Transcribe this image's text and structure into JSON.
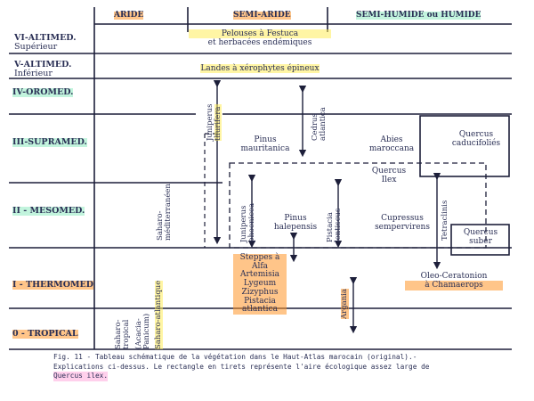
{
  "columns": {
    "arid": "ARIDE",
    "semi_arid": "SEMI-ARIDE",
    "semi_humid": "SEMI-HUMIDE ou HUMIDE"
  },
  "levels": {
    "alt_sup_line1": "VI-ALTIMED.",
    "alt_sup_line2": "Supérieur",
    "alt_inf_line1": "V-ALTIMED.",
    "alt_inf_line2": "Inférieur",
    "oromed": "IV-OROMED.",
    "supramed": "III-SUPRAMED.",
    "mesomed": "II - MESOMED.",
    "thermomed": "I - THERMOMED",
    "tropical": "0 - TROPICAL"
  },
  "cells": {
    "pelouses_1": "Pelouses à Festuca",
    "pelouses_2": "et herbacées endémiques",
    "landes": "Landes à xérophytes épineux",
    "juniperus_thurifera_1": "Juniperus",
    "juniperus_thurifera_2": "thurifera",
    "cedrus_1": "Cedrus",
    "cedrus_2": "atlantica",
    "pinus_maur_1": "Pinus",
    "pinus_maur_2": "mauritanica",
    "abies_1": "Abies",
    "abies_2": "maroccana",
    "quercus_cad_1": "Quercus",
    "quercus_cad_2": "caducifoliés",
    "quercus_ilex_1": "Quercus",
    "quercus_ilex_2": "Ilex",
    "saharo_med_1": "Saharo-",
    "saharo_med_2": "méditerranéen",
    "juniperus_phoen_1": "Juniperus",
    "juniperus_phoen_2": "phoenicea",
    "pinus_hal_1": "Pinus",
    "pinus_hal_2": "halepensis",
    "pistacia_1": "Pistacia",
    "pistacia_2": "lentiscus",
    "cupressus_1": "Cupressus",
    "cupressus_2": "sempervirens",
    "tetraclinis": "Tetraclinis",
    "quercus_suber_1": "Quercus",
    "quercus_suber_2": "suber",
    "steppes": [
      "Steppes à",
      "Alfa",
      "Artemisia",
      "Lygeum",
      "Zizyphus",
      "Pistacia",
      "atlantica"
    ],
    "oleo_1": "Oleo-Ceratonion",
    "oleo_2": "à Chamaerops",
    "argania": "Argania",
    "saharo_trop_1": "Saharo-",
    "saharo_trop_2": "tropical",
    "acacia_1": "(Acacia-",
    "acacia_2": "Panicum)",
    "saharo_atl": "Saharo-atlantique"
  },
  "caption": {
    "line1": "Fig. 11 - Tableau schématique de la végétation dans le Haut-Atlas marocain (original).-",
    "line2": "Explications ci-dessus. Le rectangle en tirets représente l'aire écologique assez large de",
    "line3": "Quercus ilex."
  },
  "colors": {
    "ink": "#2a2f55",
    "line": "#1d1f3a",
    "highlight_yellow": "#ffec5a",
    "highlight_green": "#78e6b4",
    "highlight_orange": "#ff9628",
    "highlight_pink": "#ff78c8"
  }
}
